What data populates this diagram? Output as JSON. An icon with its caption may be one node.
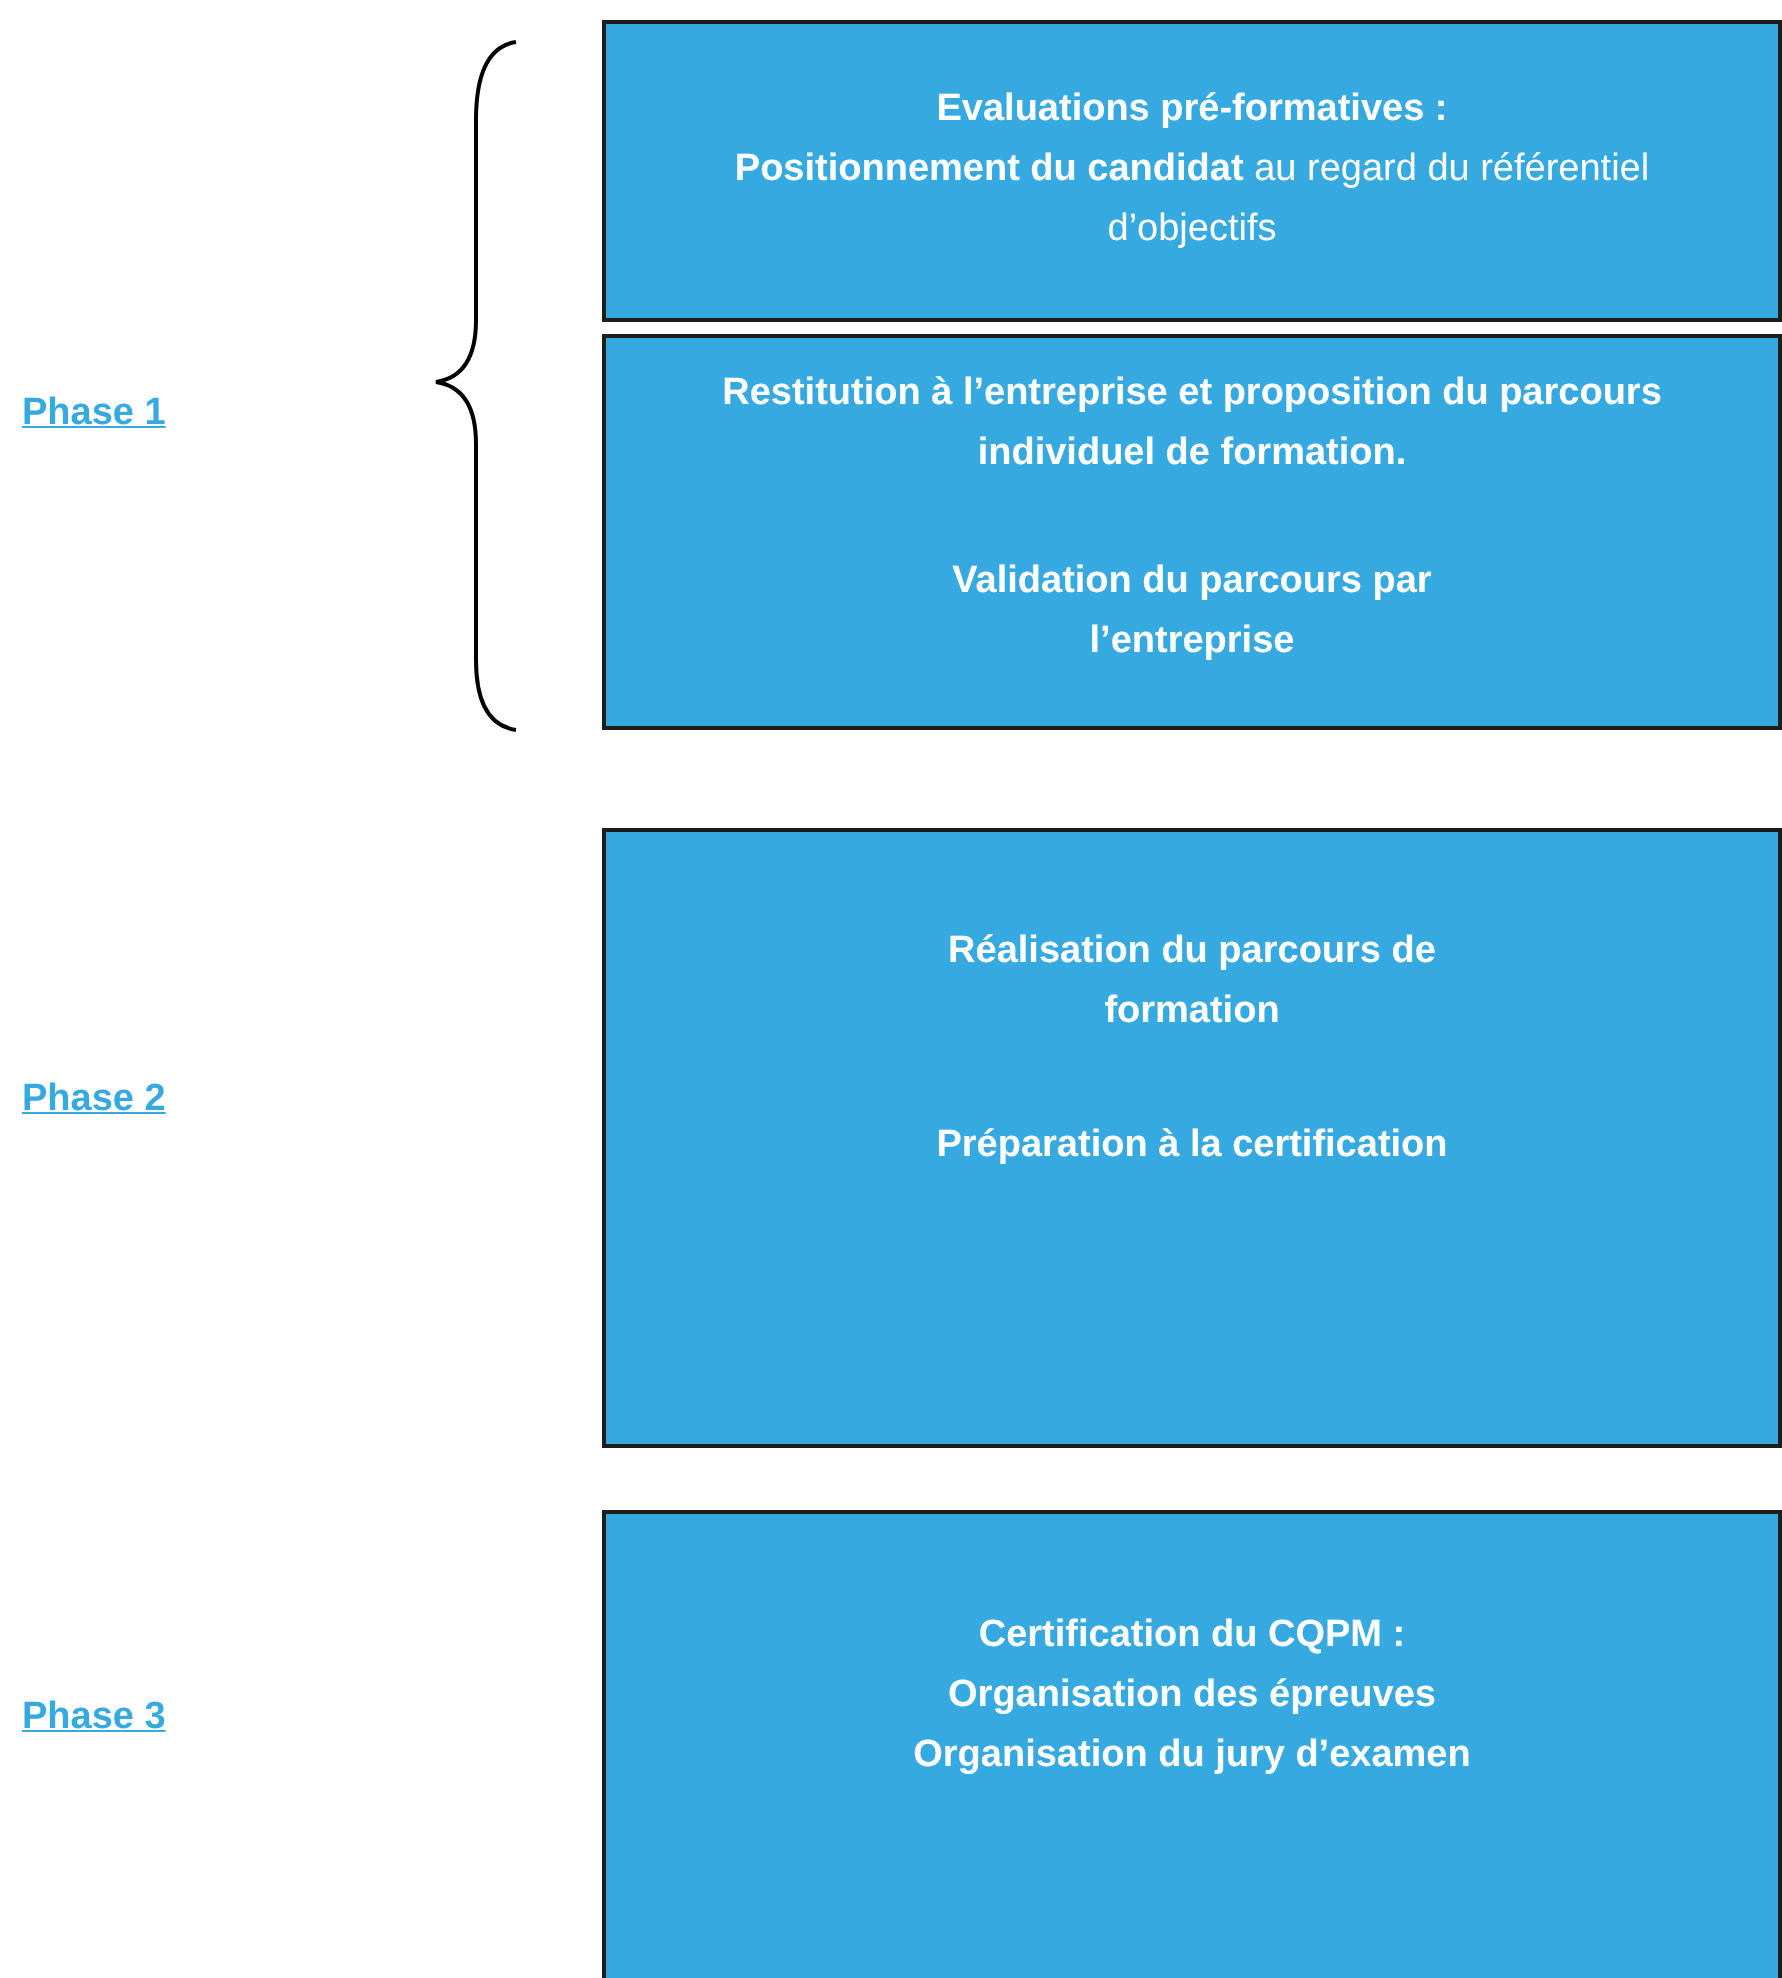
{
  "diagram": {
    "nodes": [
      {
        "text": [
          "Evaluations pré-formatives :",
          "**Positionnement du candidat** au regard du référentiel d’objectifs"
        ]
      },
      {
        "text": [
          "Restitution à l’entreprise et proposition du parcours individuel de formation.",
          "Validation du parcours par l’entreprise"
        ]
      },
      {
        "text": [
          "Réalisation du parcours de formation",
          "Préparation à la certification"
        ]
      },
      {
        "text": [
          "Certification du CQPM :",
          "Organisation des épreuves",
          "Organisation du jury d’examen"
        ]
      }
    ],
    "labels": [
      "Phase 1",
      "Phase 2",
      "Phase 3"
    ]
  }
}
